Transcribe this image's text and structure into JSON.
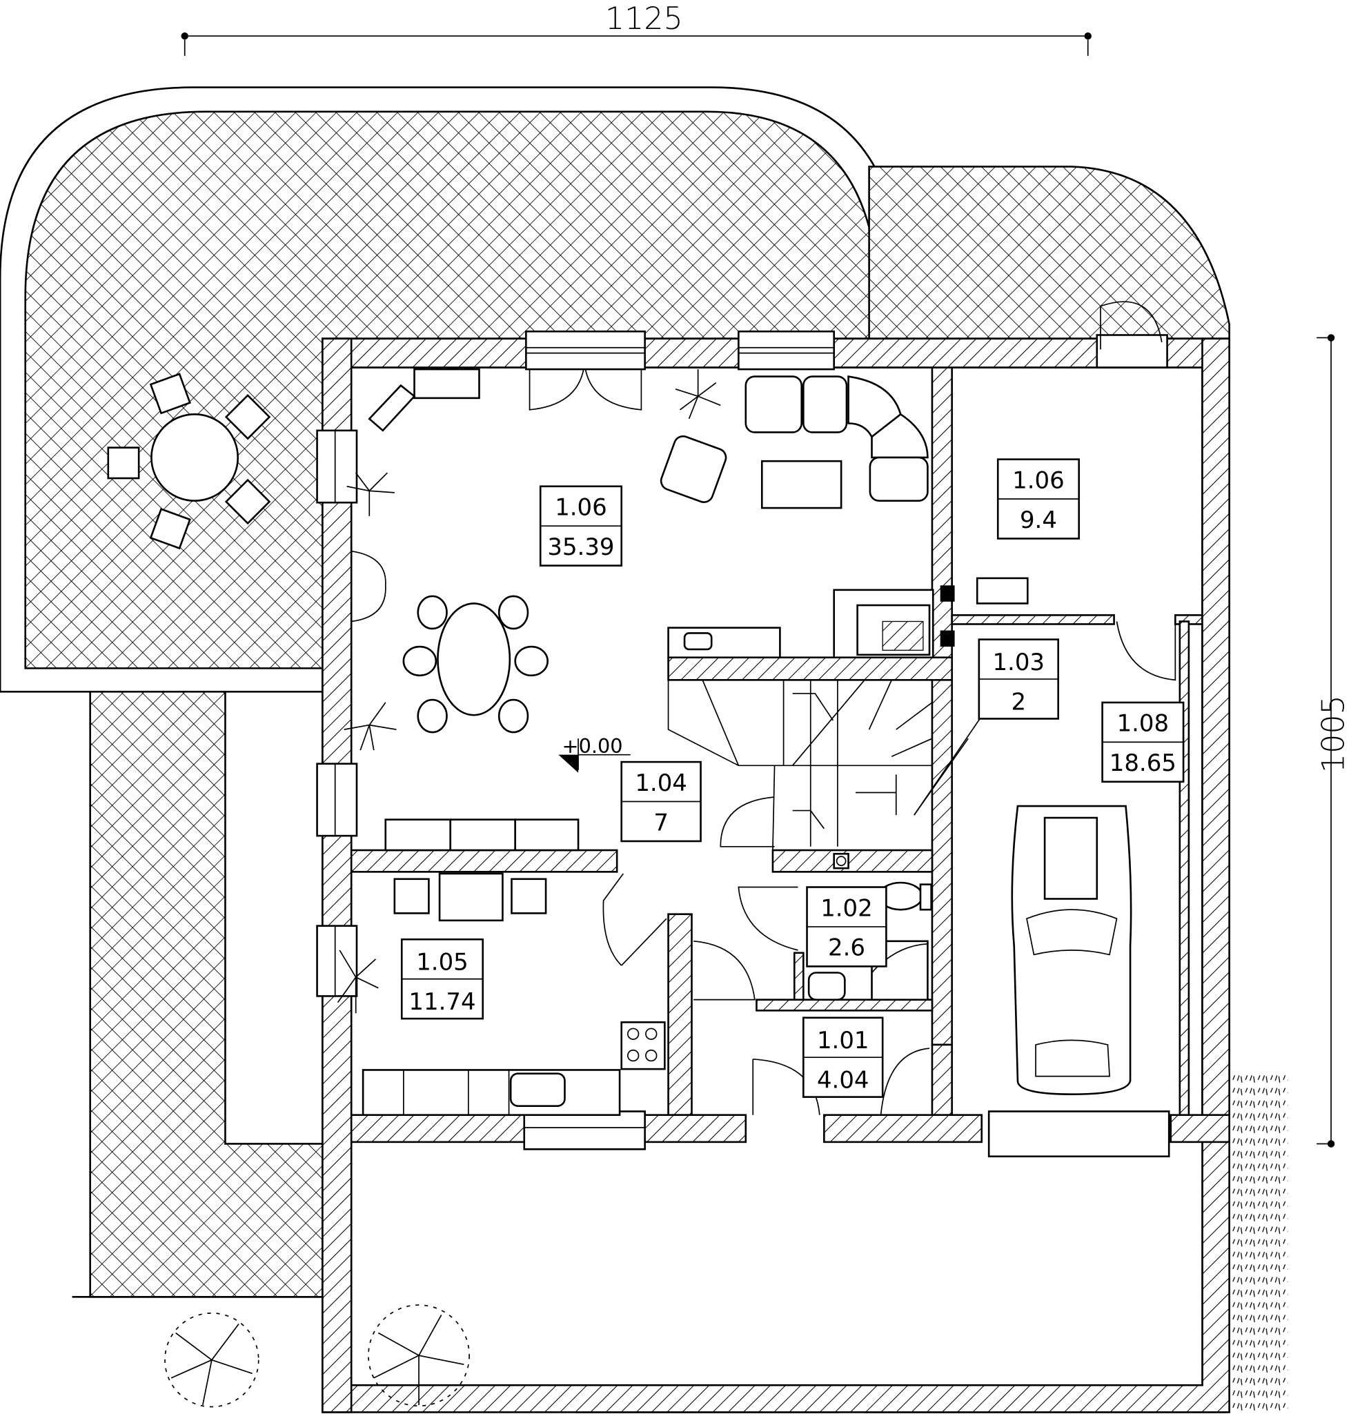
{
  "dimensions": {
    "width": "1125",
    "height": "1005"
  },
  "elevation": "+0.00",
  "rooms": [
    {
      "id": "1.06",
      "area": "35.39"
    },
    {
      "id": "1.06",
      "area": "9.4"
    },
    {
      "id": "1.03",
      "area": "2"
    },
    {
      "id": "1.08",
      "area": "18.65"
    },
    {
      "id": "1.04",
      "area": "7"
    },
    {
      "id": "1.02",
      "area": "2.6"
    },
    {
      "id": "1.05",
      "area": "11.74"
    },
    {
      "id": "1.01",
      "area": "4.04"
    }
  ],
  "colors": {
    "line": "#000000",
    "background": "#ffffff"
  }
}
